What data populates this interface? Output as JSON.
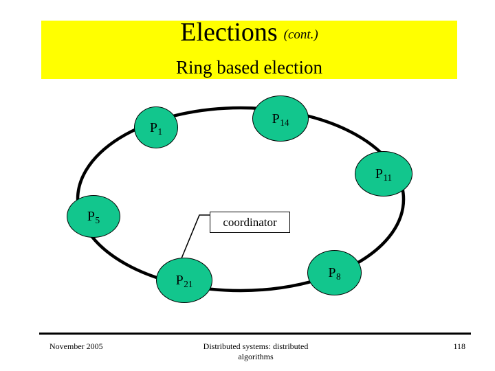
{
  "slide": {
    "title_main": "Elections",
    "title_cont": "(cont.)",
    "subtitle": "Ring based election",
    "banner_color": "#ffff00",
    "node_color": "#12c68d",
    "outline_color": "#000000"
  },
  "diagram": {
    "type": "ring-topology",
    "ring_shape": "ellipse",
    "nodes": [
      {
        "id": "p1",
        "name": "P",
        "index": "1",
        "label": "P1"
      },
      {
        "id": "p14",
        "name": "P",
        "index": "14",
        "label": "P14"
      },
      {
        "id": "p11",
        "name": "P",
        "index": "11",
        "label": "P11"
      },
      {
        "id": "p5",
        "name": "P",
        "index": "5",
        "label": "P5"
      },
      {
        "id": "p21",
        "name": "P",
        "index": "21",
        "label": "P21"
      },
      {
        "id": "p8",
        "name": "P",
        "index": "8",
        "label": "P8"
      }
    ],
    "annotation": {
      "label": "coordinator",
      "points_to": "P21"
    }
  },
  "footer": {
    "date": "November 2005",
    "center_line1": "Distributed systems: distributed",
    "center_line2": "algorithms",
    "page": "118"
  }
}
